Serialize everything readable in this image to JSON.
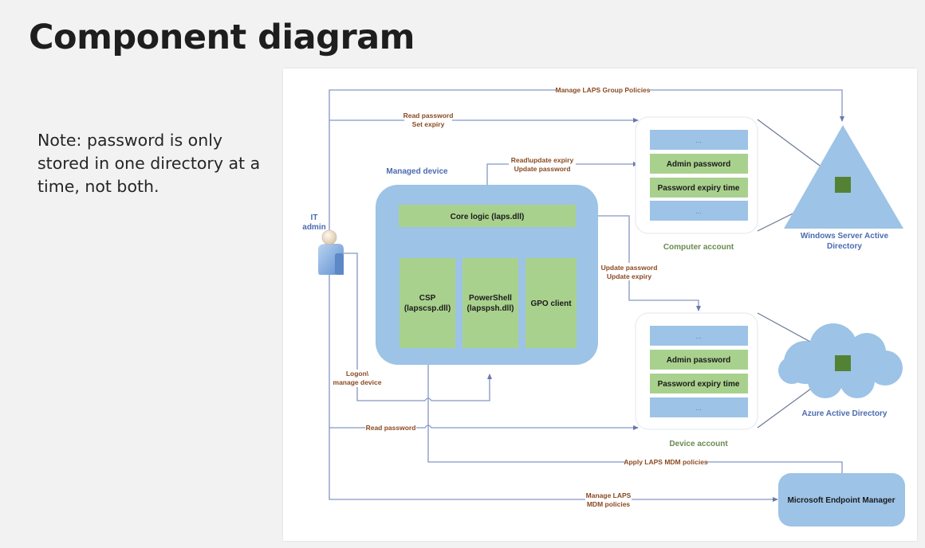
{
  "slide": {
    "title": "Component diagram",
    "note": "Note: password is only stored in one directory at a time, not both."
  },
  "diagram": {
    "actor": {
      "label_line1": "IT",
      "label_line2": "admin",
      "icon": "user-icon"
    },
    "managed_device": {
      "title": "Managed device",
      "core_logic": "Core logic (laps.dll)",
      "components": [
        {
          "line1": "CSP",
          "line2": "(lapscsp.dll)"
        },
        {
          "line1": "PowerShell",
          "line2": "(lapspsh.dll)"
        },
        {
          "line1": "GPO client",
          "line2": ""
        }
      ]
    },
    "computer_account": {
      "caption": "Computer account",
      "rows": [
        "...",
        "Admin password",
        "Password expiry time",
        "..."
      ]
    },
    "device_account": {
      "caption": "Device account",
      "rows": [
        "...",
        "Admin password",
        "Password expiry time",
        "..."
      ]
    },
    "windows_ad": {
      "line1": "Windows Server Active",
      "line2": "Directory",
      "icon": "triangle-directory-icon"
    },
    "azure_ad": {
      "label": "Azure Active Directory",
      "icon": "cloud-icon"
    },
    "endpoint_manager": {
      "label": "Microsoft Endpoint Manager"
    },
    "connectors": {
      "manage_gpo": "Manage LAPS Group Policies",
      "read_set_1": "Read password",
      "read_set_2": "Set expiry",
      "read_update_1": "Read\\update expiry",
      "read_update_2": "Update password",
      "update_pw_1": "Update password",
      "update_pw_2": "Update expiry",
      "logon_1": "Logon\\",
      "logon_2": "manage device",
      "read_password": "Read password",
      "apply_mdm": "Apply LAPS MDM policies",
      "manage_mdm_1": "Manage LAPS",
      "manage_mdm_2": "MDM policies"
    },
    "colors": {
      "device_blue": "#9dc3e6",
      "component_green": "#a9d18e",
      "store_green": "#548235",
      "connector": "#8596c4",
      "label_brown": "#8a4a22",
      "title_blue": "#4a6bb0"
    }
  }
}
